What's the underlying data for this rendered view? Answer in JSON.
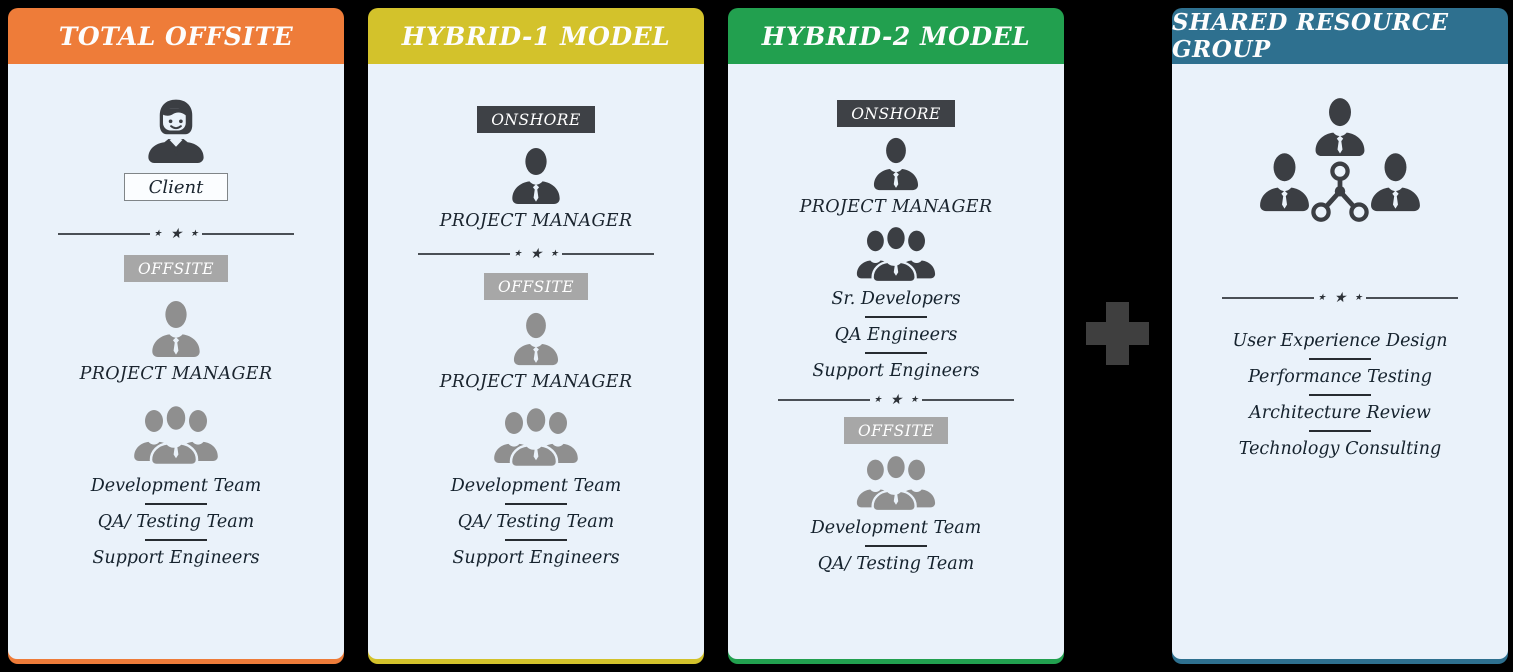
{
  "infographic": {
    "colors": {
      "background": "#000000",
      "card_body": "#eaf2fa",
      "accent_offsite": "#ee7c39",
      "accent_hybrid1": "#d3c22b",
      "accent_hybrid2": "#22a04f",
      "accent_shared": "#2e708f",
      "dark_icon": "#3b3e43",
      "gray_icon": "#8f8f8f",
      "plus": "#3f3f3f",
      "text": "#15222d"
    },
    "icons": {
      "plus-icon": "css-cross",
      "star-icon": "★",
      "client-icon": "svg-person-with-face",
      "person-icon": "svg-person-silhouette",
      "team-icon": "svg-three-person-group",
      "shared-resource-icon": "svg-three-people-network-hub"
    },
    "cards": [
      {
        "title": "TOTAL OFFSITE",
        "accent_color": "#ee7c39",
        "client_label": "Client",
        "offsite_badge": "OFFSITE",
        "offsite_manager": "PROJECT MANAGER",
        "offsite_teams": [
          "Development Team",
          "QA/ Testing Team",
          "Support Engineers"
        ]
      },
      {
        "title": "HYBRID-1 MODEL",
        "accent_color": "#d3c22b",
        "onshore_badge": "ONSHORE",
        "onshore_manager": "PROJECT MANAGER",
        "offsite_badge": "OFFSITE",
        "offsite_manager": "PROJECT MANAGER",
        "offsite_teams": [
          "Development Team",
          "QA/ Testing Team",
          "Support Engineers"
        ]
      },
      {
        "title": "HYBRID-2 MODEL",
        "accent_color": "#22a04f",
        "onshore_badge": "ONSHORE",
        "onshore_manager": "PROJECT MANAGER",
        "onshore_teams": [
          "Sr. Developers",
          "QA Engineers",
          "Support Engineers"
        ],
        "offsite_badge": "OFFSITE",
        "offsite_teams": [
          "Development Team",
          "QA/ Testing Team"
        ]
      },
      {
        "title": "SHARED RESOURCE GROUP",
        "accent_color": "#2e708f",
        "services": [
          "User Experience Design",
          "Performance Testing",
          "Architecture Review",
          "Technology Consulting"
        ]
      }
    ]
  }
}
